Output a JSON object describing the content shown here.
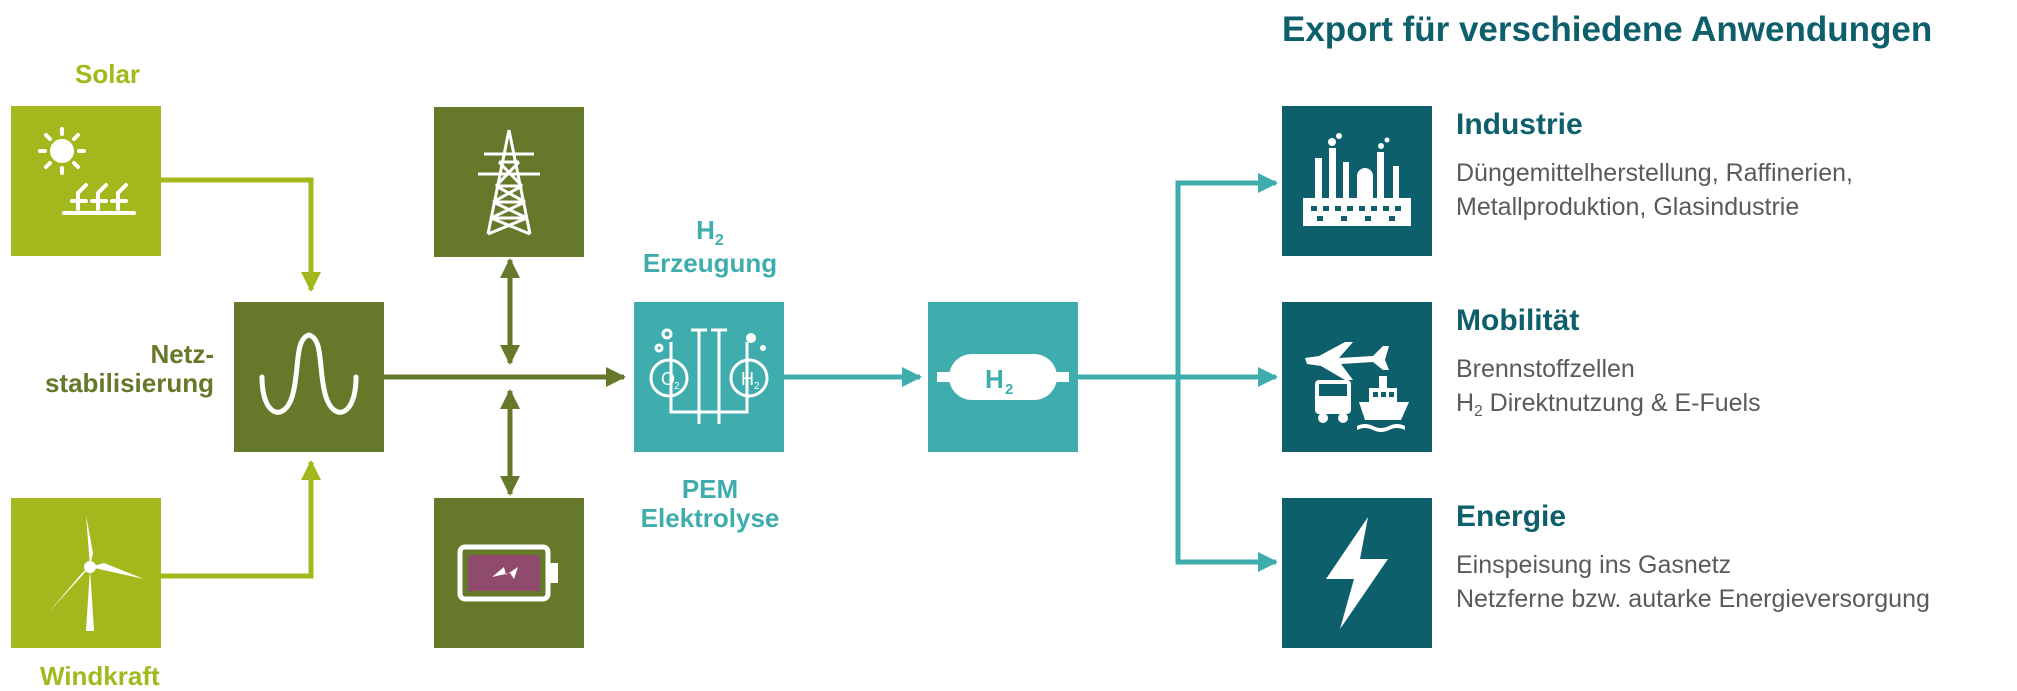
{
  "colors": {
    "lime": "#a3b81c",
    "olive": "#66782a",
    "teal": "#3fadad",
    "petrol": "#0d5f6b",
    "battery_fill": "#8f4a6e",
    "text_grey": "#5a5a5a"
  },
  "sources": {
    "solar": {
      "label": "Solar",
      "icon": "solar-panel-icon"
    },
    "wind": {
      "label": "Windkraft",
      "icon": "wind-turbine-icon"
    }
  },
  "stabilization": {
    "label_line1": "Netz-",
    "label_line2": "stabilisierung",
    "icon": "sine-wave-icon"
  },
  "grid": {
    "icon": "power-pylon-icon"
  },
  "storage": {
    "icon": "battery-icon"
  },
  "electrolysis": {
    "top_label_symbol": "H",
    "top_label_sub": "2",
    "top_label_line2": "Erzeugung",
    "bottom_label_line1": "PEM",
    "bottom_label_line2": "Elektrolyse",
    "icon": "electrolyzer-icon",
    "o2_symbol": "O",
    "o2_sub": "2",
    "h2_symbol": "H",
    "h2_sub": "2"
  },
  "tank": {
    "symbol": "H",
    "sub": "2",
    "icon": "hydrogen-tank-icon"
  },
  "export": {
    "title": "Export für verschiedene Anwendungen",
    "applications": [
      {
        "title": "Industrie",
        "icon": "factory-icon",
        "line1": "Düngemittelherstellung, Raffinerien,",
        "line2": "Metallproduktion, Glasindustrie"
      },
      {
        "title": "Mobilität",
        "icon": "transport-icon",
        "line1": "Brennstoffzellen",
        "line2_symbol": "H",
        "line2_sub": "2",
        "line2_rest": " Direktnutzung & E-Fuels"
      },
      {
        "title": "Energie",
        "icon": "lightning-icon",
        "line1": "Einspeisung ins Gasnetz",
        "line2": "Netzferne bzw. autarke Energieversorgung"
      }
    ]
  }
}
